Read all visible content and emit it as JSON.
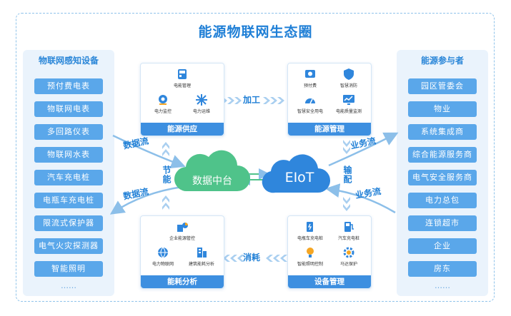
{
  "title": "能源物联网生态圈",
  "left_panel": {
    "title": "物联网感知设备",
    "items": [
      "预付费电表",
      "物联网电表",
      "多回路仪表",
      "物联网水表",
      "汽车充电桩",
      "电瓶车充电桩",
      "限流式保护器",
      "电气火灾探测器",
      "智能照明"
    ],
    "more": "……"
  },
  "right_panel": {
    "title": "能源参与者",
    "items": [
      "园区管委会",
      "物业",
      "系统集成商",
      "综合能源服务商",
      "电气安全服务商",
      "电力总包",
      "连锁超市",
      "企业",
      "房东"
    ],
    "more": "……"
  },
  "cards": {
    "supply": {
      "footer": "能源供应",
      "items": [
        "电能管理",
        "电力监控",
        "电力运维"
      ]
    },
    "management": {
      "footer": "能源管理",
      "items": [
        "预付费",
        "智慧消防",
        "智慧安全用电",
        "电能质量监测"
      ]
    },
    "analysis": {
      "footer": "能耗分析",
      "items": [
        "企业能源管控",
        "电力物联网",
        "建筑能耗分析"
      ]
    },
    "device": {
      "footer": "设备管理",
      "items": [
        "电瓶车充电桩",
        "汽车充电桩",
        "智能照明控制",
        "马达保护"
      ]
    }
  },
  "clouds": {
    "data_center": "数据中台",
    "eiot": "EIoT"
  },
  "flows": {
    "top": "加工",
    "bottom": "消耗",
    "left_vertical": "节能",
    "right_vertical": "输配",
    "left_upper": "数据流",
    "left_lower": "数据流",
    "right_upper": "业务流",
    "right_lower": "业务流"
  },
  "colors": {
    "accent": "#1f7fd6",
    "pill": "#5aa7ea",
    "card_footer": "#3d8fe0",
    "cloud_green": "#4fc38a",
    "cloud_blue": "#2f86dc"
  }
}
